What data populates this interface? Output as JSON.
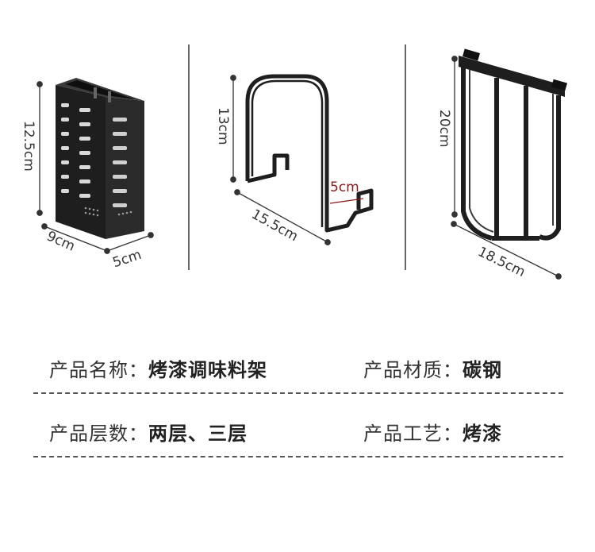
{
  "dimensions": {
    "holder": {
      "height": "12.5cm",
      "length": "9cm",
      "width": "5cm"
    },
    "hook": {
      "height": "13cm",
      "length": "15.5cm",
      "depth": "5cm"
    },
    "rack": {
      "height": "20cm",
      "length": "18.5cm"
    }
  },
  "specs": [
    {
      "label": "产品名称：",
      "value": "烤漆调味料架"
    },
    {
      "label": "产品材质：",
      "value": "碳钢"
    },
    {
      "label": "产品层数：",
      "value": "两层、三层"
    },
    {
      "label": "产品工艺：",
      "value": "烤漆"
    }
  ],
  "colors": {
    "metal": "#1e1e1e",
    "accent": "#8b1a1a",
    "text": "#333333"
  }
}
